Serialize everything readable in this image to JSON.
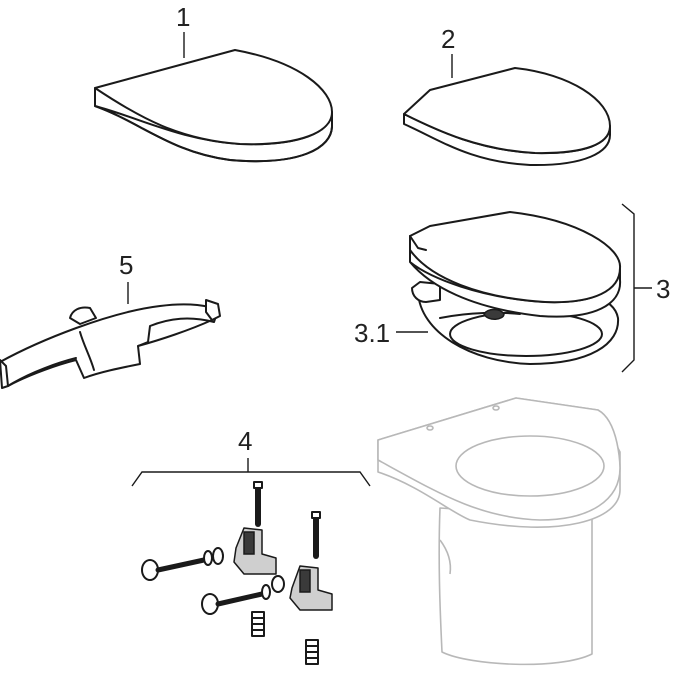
{
  "labels": {
    "p1": "1",
    "p2": "2",
    "p3": "3",
    "p3_1": "3.1",
    "p4": "4",
    "p5": "5"
  },
  "colors": {
    "ink": "#1a1a1a",
    "ghost": "#b8b8b8",
    "background": "#ffffff"
  }
}
